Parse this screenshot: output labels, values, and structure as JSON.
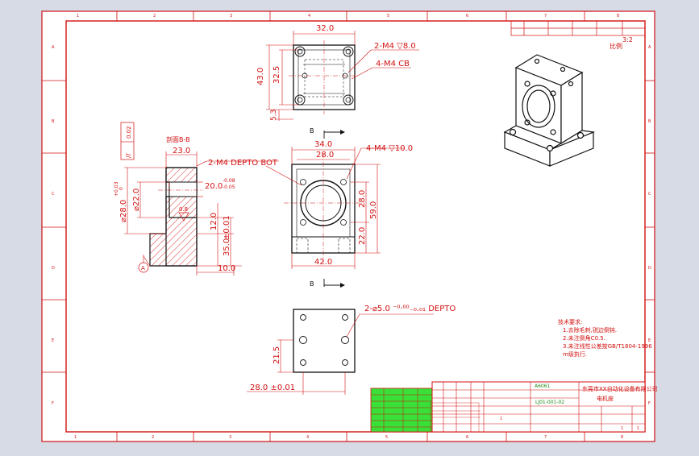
{
  "colors": {
    "background": "#d6dbe6",
    "paper": "#ffffff",
    "frame": "#d21010",
    "geometry": "#111111",
    "hatch": "#d21010",
    "highlight": "#38e038"
  },
  "border": {
    "top_zones": [
      "1",
      "2",
      "3",
      "4",
      "5",
      "6",
      "7",
      "8"
    ],
    "bottom_zones": [
      "1",
      "2",
      "3",
      "4",
      "5",
      "6",
      "7",
      "8"
    ],
    "side_zones": [
      "A",
      "B",
      "C",
      "D",
      "E",
      "F"
    ]
  },
  "top_view": {
    "dim_width": "32.0",
    "dim_height_overall": "43.0",
    "dim_height_inner": "32.5",
    "dim_bottom": "5.3",
    "note_holes_1": "2-M4 ▽8.0",
    "note_holes_2": "4-M4 CB"
  },
  "front_view": {
    "section_marker_top": "B",
    "section_marker_bottom": "B",
    "dim_top_outer": "34.0",
    "dim_top_inner": "28.0",
    "note_holes": "4-M4 ▽10.0",
    "dim_right_inner": "28.0",
    "dim_right_overall": "59.0",
    "dim_right_lower": "22.0",
    "dim_bottom": "42.0"
  },
  "section_view": {
    "title": "剖面B-B",
    "dim_top": "23.0",
    "note_depth": "2-M4 DEPTO BOT",
    "dim_bore_depth": "20.0",
    "tol_bore_upper": "-0.08",
    "tol_bore_lower": "-0.05",
    "dim_outer_dia": "⌀28.0",
    "tol_outer_upper": "+0.03",
    "tol_outer_lower": "0",
    "dim_inner_dia": "⌀22.0",
    "dim_step": "12.0",
    "dim_height": "±0.01",
    "dim_total": "35.0",
    "dim_base": "10.0",
    "roughness": "0.8",
    "datum_label": "A",
    "tolerance_frame_symbol": "//",
    "tolerance_frame_value": "0.02"
  },
  "bottom_view": {
    "note_pins": "2-⌀5.0 ⁻⁰·⁰⁰₋₀.₀₁ DEPTO",
    "dim_left": "21.5",
    "dim_bottom": "28.0 ±0.01"
  },
  "iso_view": {
    "scale_label": "比例",
    "scale_value": "3:2"
  },
  "notes": {
    "heading": "技术要求:",
    "lines": [
      "1.去除毛刺,锐边倒钝.",
      "2.未注倒角C0.5.",
      "3.未注线性公差按GB/T1804-1996",
      "  m级执行."
    ]
  },
  "title_block": {
    "company": "东莞市XX自动化设备有限公司",
    "part_name": "电机座",
    "drawing_no": "LJ01-001-02",
    "material": "A6061",
    "qty": "1",
    "sheet": "1",
    "sheets": "1"
  }
}
